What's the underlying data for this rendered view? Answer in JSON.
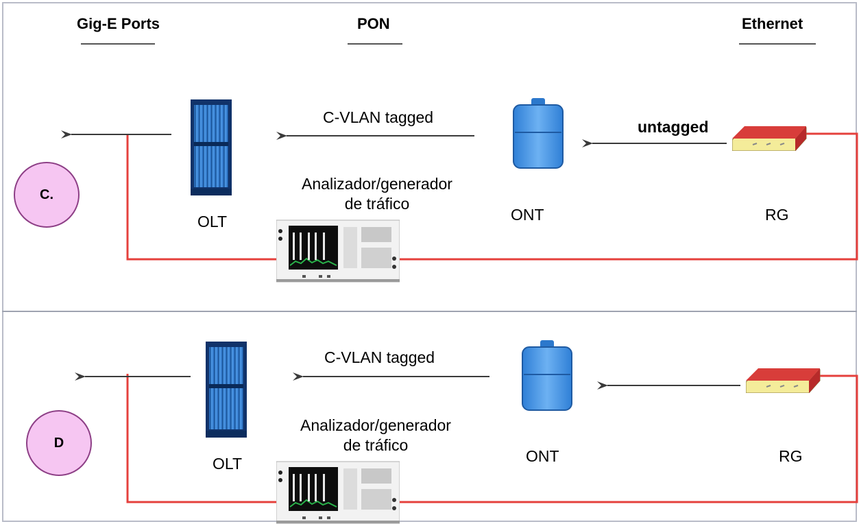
{
  "headers": {
    "gige": "Gig-E Ports",
    "pon": "PON",
    "ethernet": "Ethernet"
  },
  "panel_c": {
    "circle": "C.",
    "olt": "OLT",
    "ont": "ONT",
    "rg": "RG",
    "pon_arrow": "C-VLAN tagged",
    "eth_arrow": "untagged",
    "analyzer_line1": "Analizador/generador",
    "analyzer_line2": "de tráfico"
  },
  "panel_d": {
    "circle": "D",
    "olt": "OLT",
    "ont": "ONT",
    "rg": "RG",
    "pon_arrow": "C-VLAN tagged",
    "analyzer_line1": "Analizador/generador",
    "analyzer_line2": "de tráfico"
  },
  "colors": {
    "link": "#e5403c",
    "arrow": "#3a3a3a",
    "circle_fill": "#f6c6f2",
    "device_blue": "#3b8fe0"
  }
}
